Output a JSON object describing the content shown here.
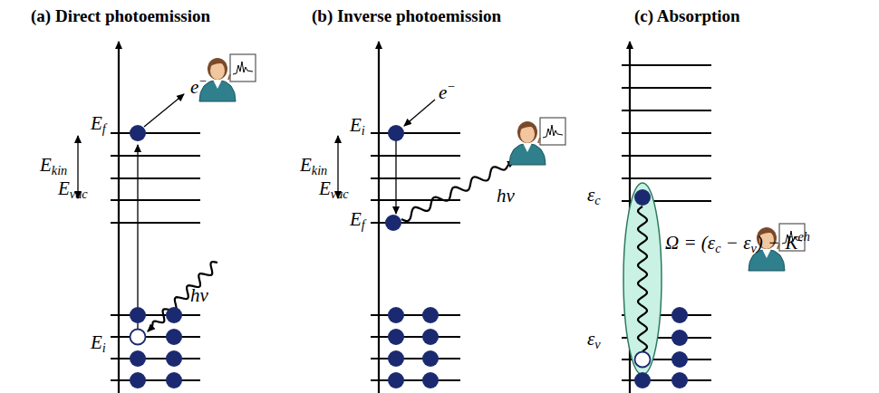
{
  "diagram": {
    "labels": [
      "(a) Direct photoemission",
      "(b) Inverse photoemission",
      "(c) Absorption",
      "Ef",
      "Ekin",
      "Evac",
      "e−",
      "hν",
      "Ei",
      "Ei",
      "Ekin",
      "Evac",
      "Ef",
      "e−",
      "hν",
      "εc",
      "εv",
      "Ω = (εc − εv) − Keh"
    ]
  }
}
